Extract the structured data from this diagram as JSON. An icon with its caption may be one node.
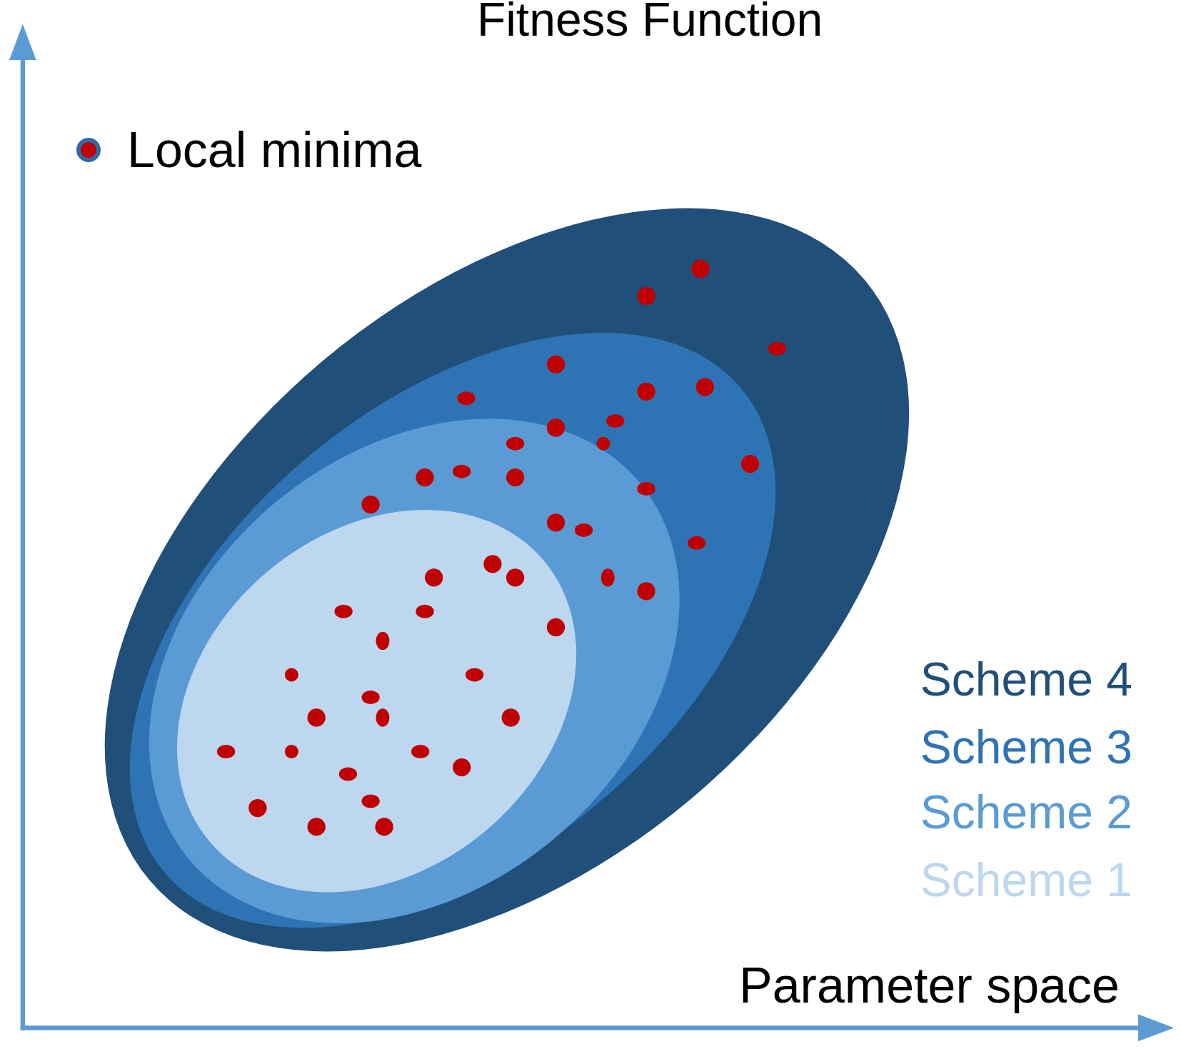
{
  "diagram": {
    "labels": [
      "Fitness Function",
      "Scheme 4",
      "Scheme 3",
      "Scheme 2",
      "Scheme 1",
      "Parameter space"
    ],
    "legend": [
      {
        "text": "Local minima"
      }
    ]
  }
}
